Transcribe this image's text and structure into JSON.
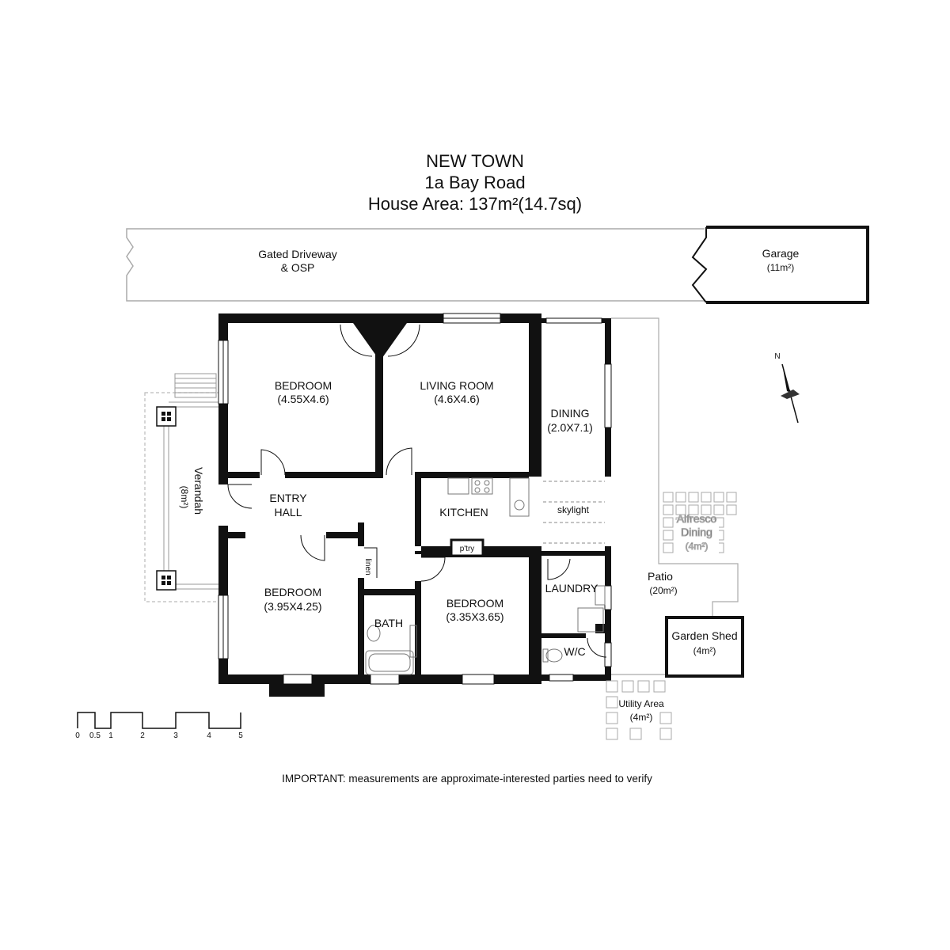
{
  "header": {
    "suburb": "NEW TOWN",
    "address": "1a Bay Road",
    "area": "House Area: 137m²(14.7sq)"
  },
  "outdoor": {
    "driveway_line1": "Gated Driveway",
    "driveway_line2": "& OSP",
    "garage": "Garage",
    "garage_area": "(11m²)",
    "verandah": "Verandah",
    "verandah_area": "(8m²)",
    "alfresco_line1": "Alfresco",
    "alfresco_line2": "Dining",
    "alfresco_area": "(4m²)",
    "patio": "Patio",
    "patio_area": "(20m²)",
    "garden_shed": "Garden Shed",
    "garden_shed_area": "(4m²)",
    "utility": "Utility Area",
    "utility_area": "(4m²)"
  },
  "rooms": {
    "bedroom1": "BEDROOM",
    "bedroom1_dim": "(4.55X4.6)",
    "living": "LIVING ROOM",
    "living_dim": "(4.6X4.6)",
    "dining": "DINING",
    "dining_dim": "(2.0X7.1)",
    "entry_line1": "ENTRY",
    "entry_line2": "HALL",
    "kitchen": "KITCHEN",
    "skylight": "skylight",
    "pantry": "p'try",
    "linen": "linen",
    "bedroom2": "BEDROOM",
    "bedroom2_dim": "(3.95X4.25)",
    "bath": "BATH",
    "bedroom3": "BEDROOM",
    "bedroom3_dim": "(3.35X3.65)",
    "laundry": "LAUNDRY",
    "wc": "W/C"
  },
  "north": "N",
  "scale_labels": [
    "0",
    "0.5",
    "1",
    "2",
    "3",
    "4",
    "5"
  ],
  "footer_note": "IMPORTANT: measurements are approximate-interested parties need to verify",
  "colors": {
    "wall": "#111111",
    "outline": "#aaaaaa",
    "dashed": "#bbbbbb"
  }
}
